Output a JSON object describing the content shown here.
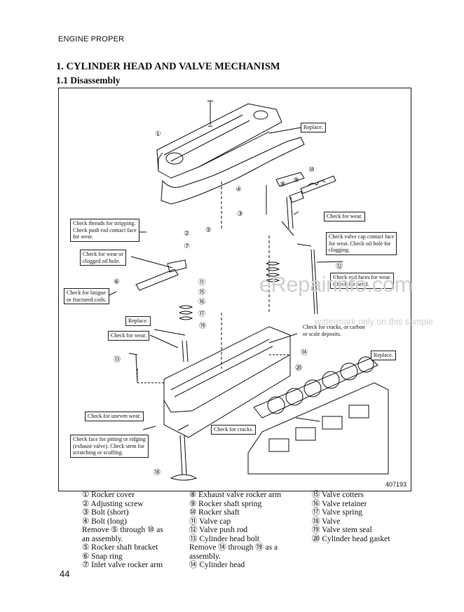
{
  "header": "ENGINE PROPER",
  "title": "1.  CYLINDER HEAD AND VALVE MECHANISM",
  "subtitle": "1.1  Disassembly",
  "figure_number": "407193",
  "watermark": {
    "line1": "eRepairinfo.com",
    "line2": "watermark only on this sample"
  },
  "callouts": {
    "replace_top": "Replace.",
    "check_threads": [
      "Check threads for stripping.",
      "Check push rod contact face",
      "for wear."
    ],
    "check_wear_oil": [
      "Check for wear or",
      "clogged oil hole."
    ],
    "check_fatigue": [
      "Check for fatigue",
      "or fractured coils."
    ],
    "replace_mid": "Replace.",
    "check_wear_left": "Check for wear.",
    "check_wear_right": "Check for wear.",
    "check_valve_cap": [
      "Check valve cap contact face",
      "for wear.  Check oil hole for",
      "clogging."
    ],
    "check_end_faces": [
      "Check end faces for wear.",
      "Check for bend."
    ],
    "check_cracks_carbon": [
      "Check for cracks, or carbon",
      "or scale deposits."
    ],
    "replace_gasket": "Replace.",
    "check_uneven": "Check for uneven wear.",
    "check_pitting": [
      "Check face for pitting or ridging",
      "(exhaust valve).  Check stem for",
      "scratching or scuffing."
    ],
    "check_cracks": "Check for cracks."
  },
  "markers": [
    "①",
    "②",
    "③",
    "④",
    "⑤",
    "⑥",
    "⑦",
    "⑧",
    "⑨",
    "⑩",
    "⑪",
    "⑫",
    "⑬",
    "⑭",
    "⑮",
    "⑯",
    "⑰",
    "⑱",
    "⑲",
    "⑳"
  ],
  "legend": {
    "col1": [
      "① Rocker cover",
      "② Adjusting screw",
      "③ Bolt (short)",
      "④ Bolt (long)",
      "Remove ⑤ through ⑩ as",
      "an assembly.",
      "⑤ Rocker shaft bracket",
      "⑥ Snap ring",
      "⑦ Inlet valve rocker arm"
    ],
    "col2": [
      "⑧ Exhaust valve rocker arm",
      "⑨ Rocker shaft spring",
      "⑩ Rocker shaft",
      "⑪ Valve cap",
      "⑫ Valve push rod",
      "⑬ Cylinder head bolt",
      "Remove ⑭ through ⑲ as a",
      "assembly.",
      "⑭ Cylinder head"
    ],
    "col3": [
      "⑮ Valve cotters",
      "⑯ Valve retainer",
      "⑰ Valve spring",
      "⑱ Valve",
      "⑲ Valve stem seal",
      "⑳ Cylinder head gasket"
    ]
  },
  "page_number": "44"
}
